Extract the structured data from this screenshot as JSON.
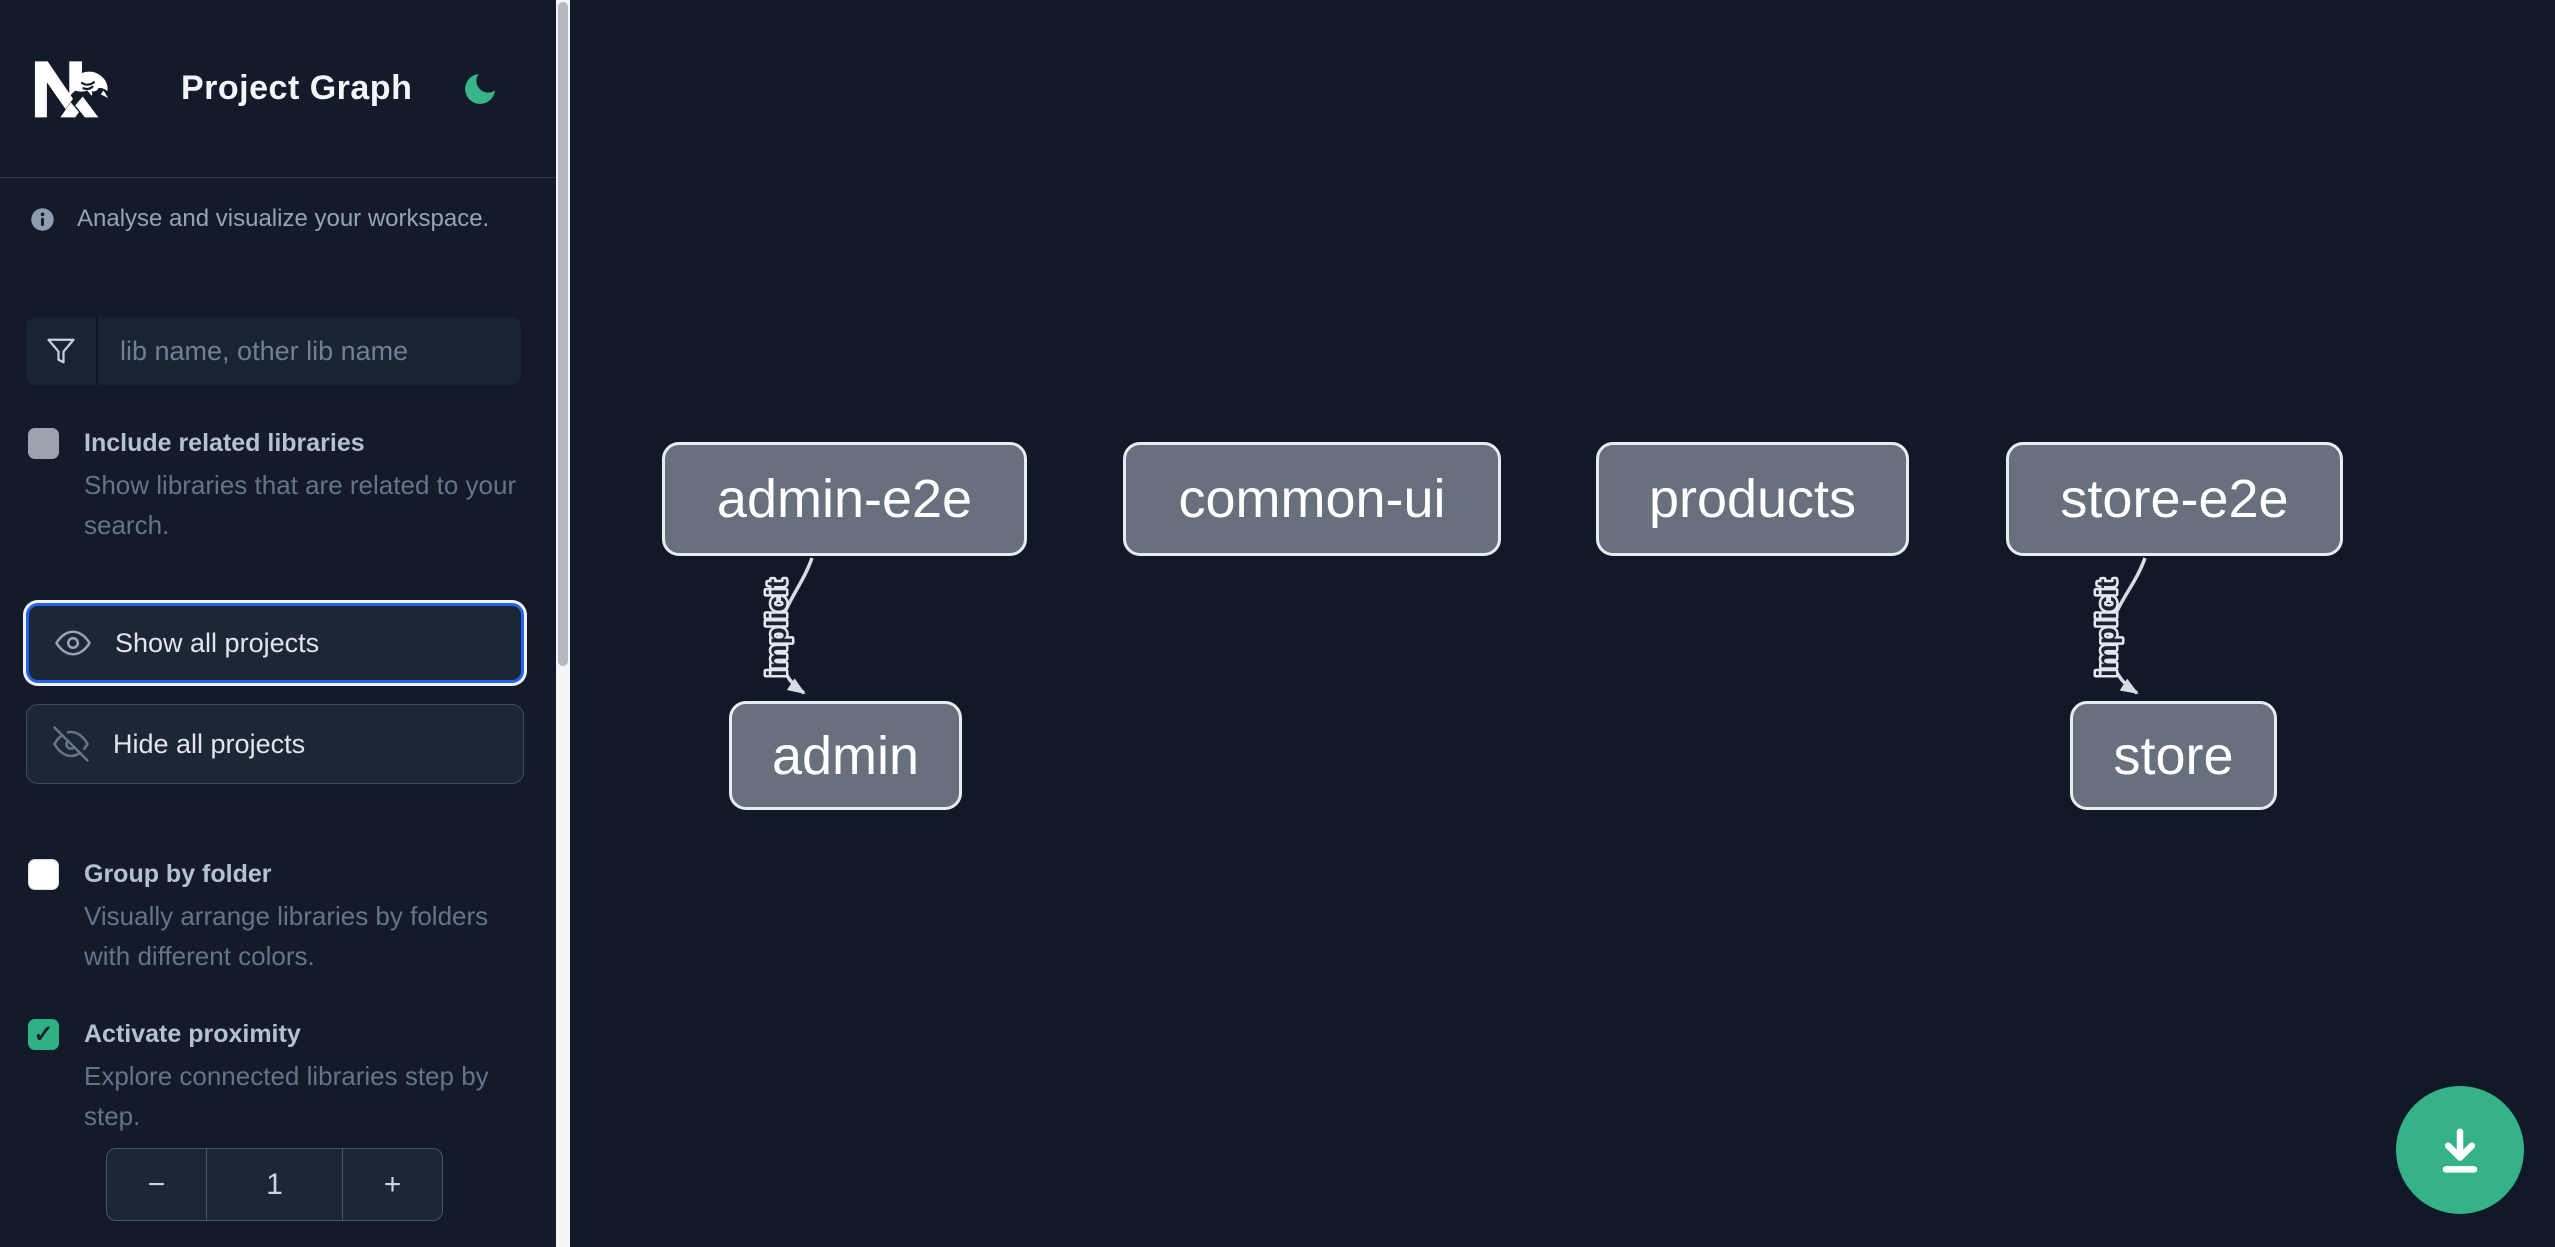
{
  "header": {
    "app_name": "Nx",
    "title": "Project Graph",
    "theme_icon": "moon-icon"
  },
  "sidebar": {
    "info": "Analyse and visualize your workspace.",
    "search_placeholder": "lib name, other lib name",
    "include_related": {
      "label": "Include related libraries",
      "description": "Show libraries that are related to your search.",
      "checked": false
    },
    "buttons": {
      "show_all": "Show all projects",
      "hide_all": "Hide all projects"
    },
    "group_by_folder": {
      "label": "Group by folder",
      "description": "Visually arrange libraries by folders with different colors.",
      "checked": false
    },
    "activate_proximity": {
      "label": "Activate proximity",
      "description": "Explore connected libraries step by step.",
      "checked": true,
      "check_glyph": "✓"
    },
    "proximity_stepper": {
      "decrement": "−",
      "value": "1",
      "increment": "+"
    }
  },
  "graph": {
    "nodes": [
      {
        "label": "admin-e2e"
      },
      {
        "label": "common-ui"
      },
      {
        "label": "products"
      },
      {
        "label": "store-e2e"
      },
      {
        "label": "admin"
      },
      {
        "label": "store"
      }
    ],
    "edges": [
      {
        "source": "admin-e2e",
        "target": "admin",
        "label": "implicit",
        "type": "implicit"
      },
      {
        "source": "store-e2e",
        "target": "store",
        "label": "implicit",
        "type": "implicit"
      }
    ]
  },
  "fab": {
    "icon": "download-icon"
  },
  "colors": {
    "accent_green": "#35b287",
    "focus_blue": "#2563eb",
    "node_fill": "#69707d",
    "node_border": "#e9ebee",
    "edge_gray": "#d6dce4",
    "sidebar_bg": "#131a29",
    "canvas_bg": "#111827"
  }
}
